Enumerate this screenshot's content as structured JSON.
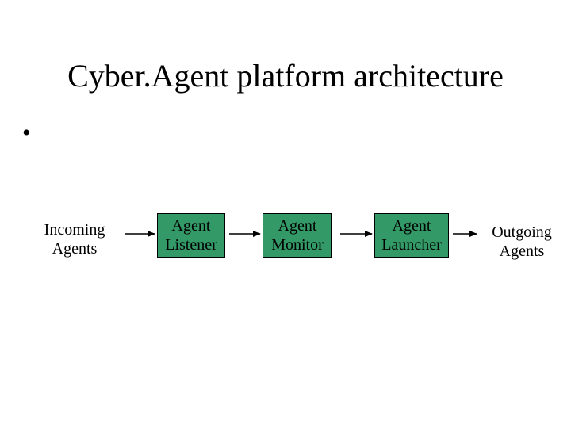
{
  "title": "Cyber.Agent platform architecture",
  "bullet": "•",
  "diagram": {
    "input": {
      "line1": "Incoming",
      "line2": "Agents"
    },
    "stages": [
      {
        "line1": "Agent",
        "line2": "Listener"
      },
      {
        "line1": "Agent",
        "line2": "Monitor"
      },
      {
        "line1": "Agent",
        "line2": "Launcher"
      }
    ],
    "output": {
      "line1": "Outgoing",
      "line2": "Agents"
    },
    "box_color": "#339966"
  }
}
